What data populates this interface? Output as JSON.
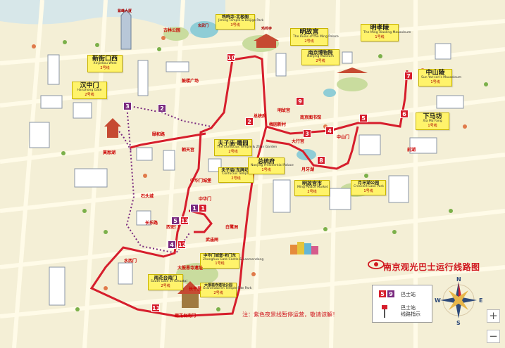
{
  "map": {
    "title": "南京观光巴士运行线路图",
    "notice": "注：紫色夜景线暂停运营，敬请谅解！",
    "legend": {
      "stop_label": "巴士站",
      "direction_label": "巴士站\n线路指示",
      "sample_numbers": [
        "5",
        "9"
      ]
    },
    "compass": {
      "north": "N",
      "south": "S",
      "east": "E",
      "west": "W"
    },
    "zoom": {
      "in_label": "+",
      "out_label": "−"
    },
    "route_colors": {
      "day_line": "#d61e2c",
      "night_line": "#7a2a7f"
    },
    "landmarks": [
      {
        "id": "zifeng",
        "name": "紫峰大厦"
      },
      {
        "id": "xuanwu",
        "name": "玄武门"
      },
      {
        "id": "jiming",
        "name": "鸡鸣寺"
      },
      {
        "id": "xjk",
        "name": "新街口西",
        "en": "Xinjiekou West",
        "line": "2号线"
      },
      {
        "id": "hzm",
        "name": "汉中门",
        "en": "Hanzhong Gate",
        "line": "2号线"
      },
      {
        "id": "jmst",
        "name": "鸡鸣寺·北极阁",
        "en": "Jiming Temple & Beijige Park",
        "line": "3号线"
      },
      {
        "id": "mgg",
        "name": "明故宫",
        "en": "The Ruins of the Ming Palace",
        "line": "2号线"
      },
      {
        "id": "mxl",
        "name": "明孝陵",
        "en": "The Ming Xiaoling Mausoleum",
        "line": "1号线"
      },
      {
        "id": "njbwy",
        "name": "南京博物院",
        "en": "Nanjing Museum",
        "line": "2号线"
      },
      {
        "id": "zsl",
        "name": "中山陵",
        "en": "Sun Yat-sen's Mausoleum",
        "line": "1号线"
      },
      {
        "id": "xmf",
        "name": "下马坊",
        "en": "Xia Ma Fang",
        "line": "1号线"
      },
      {
        "id": "fzm",
        "name": "夫子庙·瞻园",
        "en": "The Confucius Temple & Zhan Garden",
        "line": "2号线"
      },
      {
        "id": "fzmn",
        "name": "夫子庙(东牌坊)",
        "en": "Confucius Temple",
        "line": "2号线"
      },
      {
        "id": "ztf",
        "name": "总统府",
        "en": "Nanjing Presidential Palace",
        "line": "1号线"
      },
      {
        "id": "mgs",
        "name": "明故宫市",
        "en": "Ming Palace Market",
        "line": "2号线"
      },
      {
        "id": "yyh",
        "name": "月牙湖公园",
        "en": "Crescent Lake Park",
        "line": "1号线"
      },
      {
        "id": "zhm",
        "name": "中华门城堡·老门东",
        "en": "Zhonghua Gate Castle & Laomendong",
        "line": "1号线"
      },
      {
        "id": "yhtm",
        "name": "雨花台南门",
        "en": "South Gate of Yuhuatai",
        "line": "2号线"
      },
      {
        "id": "dbe",
        "name": "大报恩寺遗址公园",
        "en": "Grand Bao'en Temple Site Park",
        "line": "2号线"
      }
    ],
    "red_tags": [
      "总统府",
      "梅园新村",
      "南京图书馆",
      "明故宫",
      "中山门",
      "西安门",
      "中华门城堡",
      "武庙闸",
      "大报恩寺遗址",
      "雨花台南门",
      "莫愁湖",
      "石头城",
      "朝天宫",
      "中华门",
      "白鹭洲",
      "古林公园",
      "颐和路",
      "水西门",
      "鼓楼广场",
      "大行宫",
      "长乐路",
      "长干里",
      "月牙湖",
      "前湖"
    ],
    "stops": [
      {
        "num": "1",
        "color": "red"
      },
      {
        "num": "2",
        "color": "red"
      },
      {
        "num": "3",
        "color": "red"
      },
      {
        "num": "4",
        "color": "red"
      },
      {
        "num": "5",
        "color": "red"
      },
      {
        "num": "6",
        "color": "red"
      },
      {
        "num": "7",
        "color": "red"
      },
      {
        "num": "8",
        "color": "red"
      },
      {
        "num": "9",
        "color": "red"
      },
      {
        "num": "10",
        "color": "red"
      },
      {
        "num": "11",
        "color": "red"
      },
      {
        "num": "12",
        "color": "red"
      },
      {
        "num": "13",
        "color": "red"
      },
      {
        "num": "1",
        "color": "purple"
      },
      {
        "num": "2",
        "color": "purple"
      },
      {
        "num": "3",
        "color": "purple"
      },
      {
        "num": "4",
        "color": "purple"
      },
      {
        "num": "5",
        "color": "purple"
      }
    ]
  }
}
